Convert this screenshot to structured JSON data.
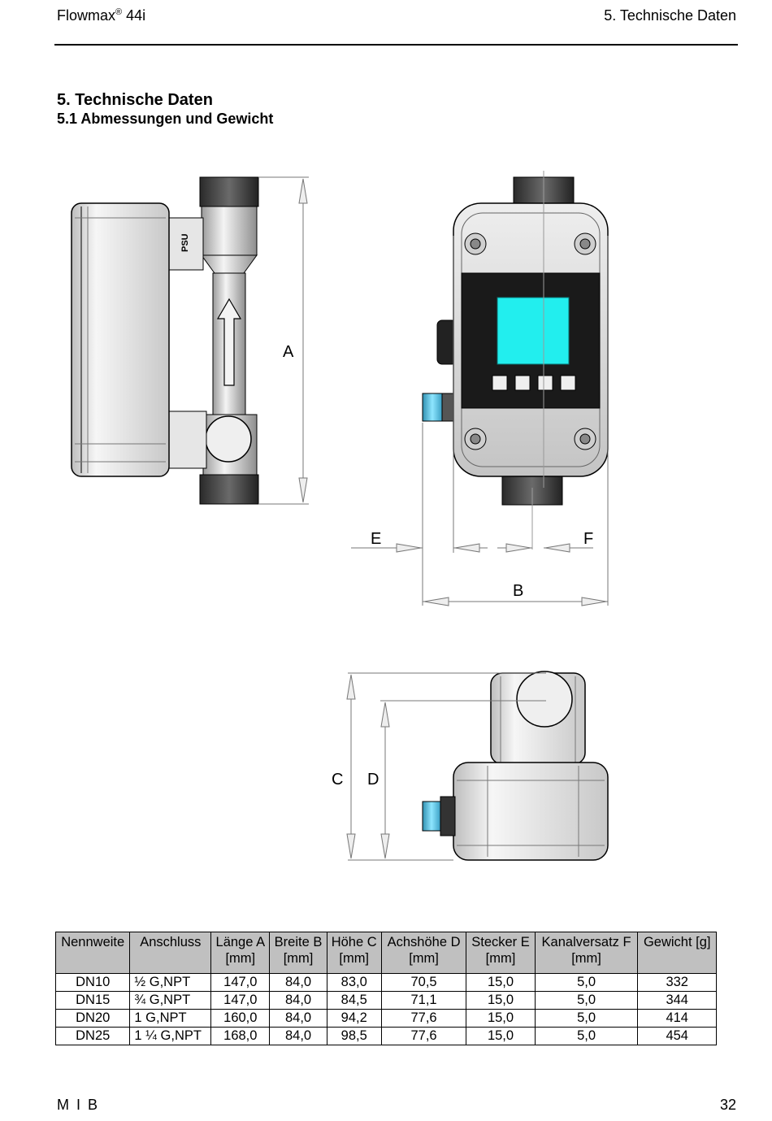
{
  "header": {
    "product": "Flowmax",
    "product_mark": "®",
    "product_model": "44i",
    "section": "5. Technische Daten"
  },
  "headings": {
    "h1": "5. Technische Daten",
    "h2": "5.1 Abmessungen und Gewicht"
  },
  "drawing": {
    "pipe_marking": "PSU",
    "dim_labels": {
      "a": "A",
      "b": "B",
      "c": "C",
      "d": "D",
      "e": "E",
      "f": "F"
    },
    "colors": {
      "display": "#22eeee",
      "connector": "#4bb8d8",
      "panel": "#1a1a1a",
      "housing": "#dcdcdc"
    }
  },
  "table": {
    "headers": [
      [
        "Nennweite",
        ""
      ],
      [
        "Anschluss",
        ""
      ],
      [
        "Länge A",
        "[mm]"
      ],
      [
        "Breite B",
        "[mm]"
      ],
      [
        "Höhe C",
        "[mm]"
      ],
      [
        "Achshöhe D",
        "[mm]"
      ],
      [
        "Stecker E",
        "[mm]"
      ],
      [
        "Kanalversatz F",
        "[mm]"
      ],
      [
        "Gewicht [g]",
        ""
      ]
    ],
    "rows": [
      [
        "DN10",
        "½ G,NPT",
        "147,0",
        "84,0",
        "83,0",
        "70,5",
        "15,0",
        "5,0",
        "332"
      ],
      [
        "DN15",
        "¾ G,NPT",
        "147,0",
        "84,0",
        "84,5",
        "71,1",
        "15,0",
        "5,0",
        "344"
      ],
      [
        "DN20",
        "1 G,NPT",
        "160,0",
        "84,0",
        "94,2",
        "77,6",
        "15,0",
        "5,0",
        "414"
      ],
      [
        "DN25",
        "1 ¼ G,NPT",
        "168,0",
        "84,0",
        "98,5",
        "77,6",
        "15,0",
        "5,0",
        "454"
      ]
    ]
  },
  "footer": {
    "company": "M I B",
    "page": "32"
  }
}
